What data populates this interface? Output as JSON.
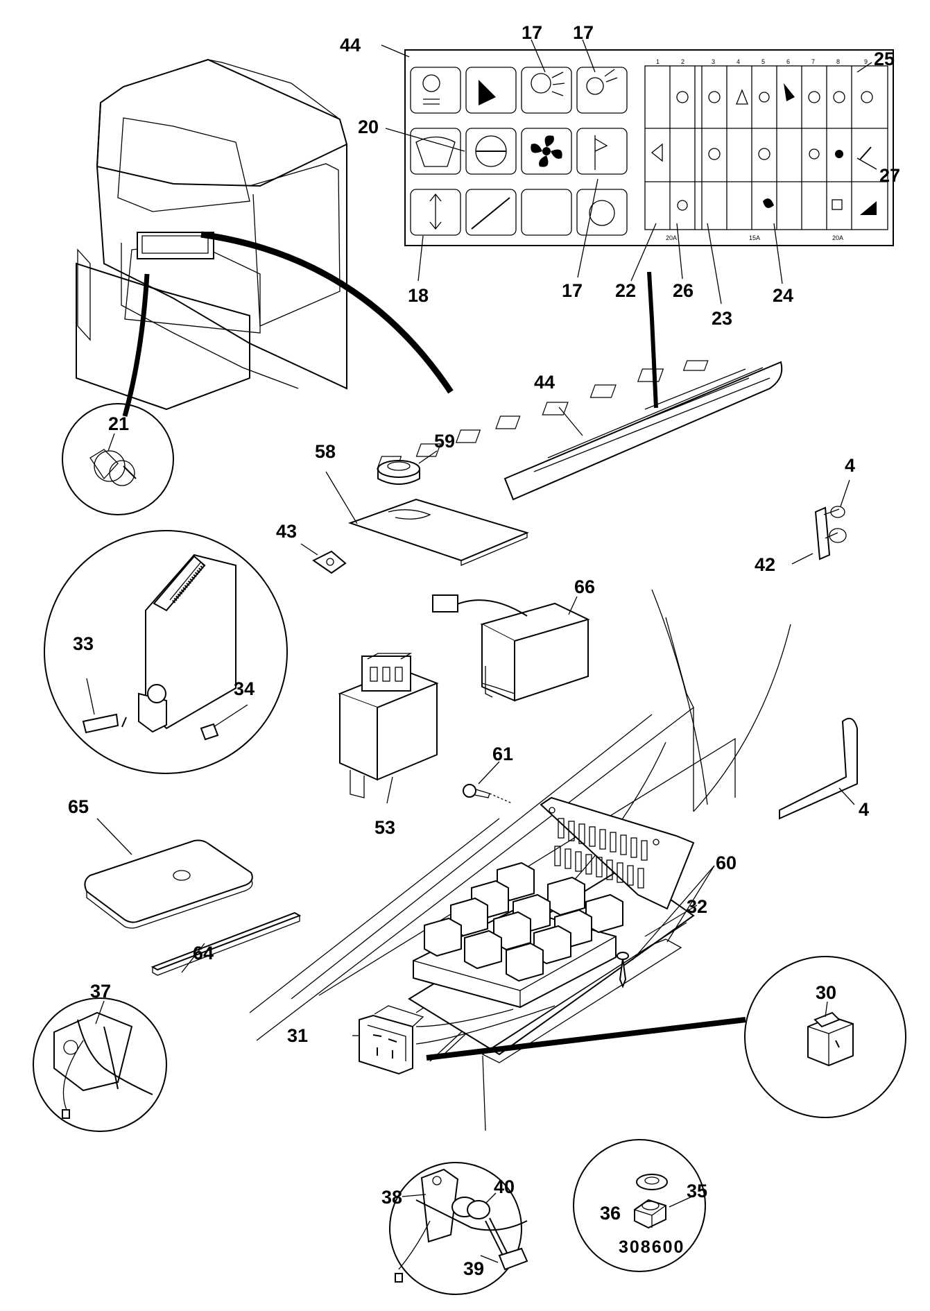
{
  "figure_reference": "308600",
  "callouts": [
    {
      "id": "c44a",
      "text": "44"
    },
    {
      "id": "c17a",
      "text": "17"
    },
    {
      "id": "c17b",
      "text": "17"
    },
    {
      "id": "c25",
      "text": "25"
    },
    {
      "id": "c20",
      "text": "20"
    },
    {
      "id": "c27",
      "text": "27"
    },
    {
      "id": "c18",
      "text": "18"
    },
    {
      "id": "c17c",
      "text": "17"
    },
    {
      "id": "c22",
      "text": "22"
    },
    {
      "id": "c26",
      "text": "26"
    },
    {
      "id": "c24",
      "text": "24"
    },
    {
      "id": "c23",
      "text": "23"
    },
    {
      "id": "c21",
      "text": "21"
    },
    {
      "id": "c44b",
      "text": "44"
    },
    {
      "id": "c59",
      "text": "59"
    },
    {
      "id": "c58",
      "text": "58"
    },
    {
      "id": "c4a",
      "text": "4"
    },
    {
      "id": "c43",
      "text": "43"
    },
    {
      "id": "c42",
      "text": "42"
    },
    {
      "id": "c66",
      "text": "66"
    },
    {
      "id": "c33",
      "text": "33"
    },
    {
      "id": "c34",
      "text": "34"
    },
    {
      "id": "c61",
      "text": "61"
    },
    {
      "id": "c4b",
      "text": "4"
    },
    {
      "id": "c65",
      "text": "65"
    },
    {
      "id": "c53",
      "text": "53"
    },
    {
      "id": "c64",
      "text": "64"
    },
    {
      "id": "c60",
      "text": "60"
    },
    {
      "id": "c37",
      "text": "37"
    },
    {
      "id": "c32",
      "text": "32"
    },
    {
      "id": "c30",
      "text": "30"
    },
    {
      "id": "c31",
      "text": "31"
    },
    {
      "id": "c36",
      "text": "36"
    },
    {
      "id": "c35",
      "text": "35"
    },
    {
      "id": "c40",
      "text": "40"
    },
    {
      "id": "c38",
      "text": "38"
    },
    {
      "id": "c39",
      "text": "39"
    }
  ],
  "fuse_panel_column_numbers": [
    "1",
    "2",
    "3",
    "4",
    "5",
    "6",
    "7",
    "8",
    "9"
  ],
  "fuse_panel_ratings": [
    "20A",
    "15A",
    "20A"
  ]
}
